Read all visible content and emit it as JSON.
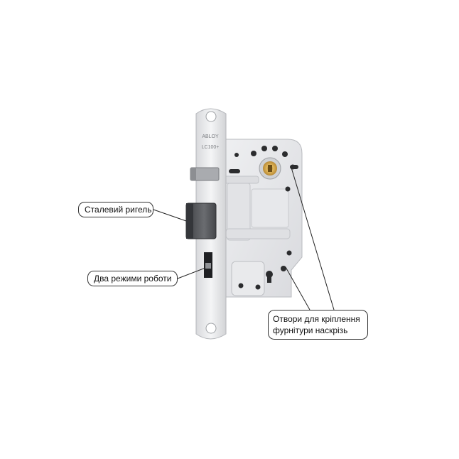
{
  "product": {
    "faceplate_brand": "ABLOY",
    "faceplate_model": "LC100+"
  },
  "callouts": {
    "steel_bolt": "Сталевий ригель",
    "two_modes": "Два режими роботи",
    "holes_line1": "Отвори для кріплення",
    "holes_line2": "фурнітури наскрізь"
  },
  "colors": {
    "background": "#ffffff",
    "metal": "#e6e7ea",
    "metal_shadow": "#c9cbcf",
    "bolt": "#5a5c60",
    "brass": "#c9a04a",
    "leader": "#222222"
  }
}
